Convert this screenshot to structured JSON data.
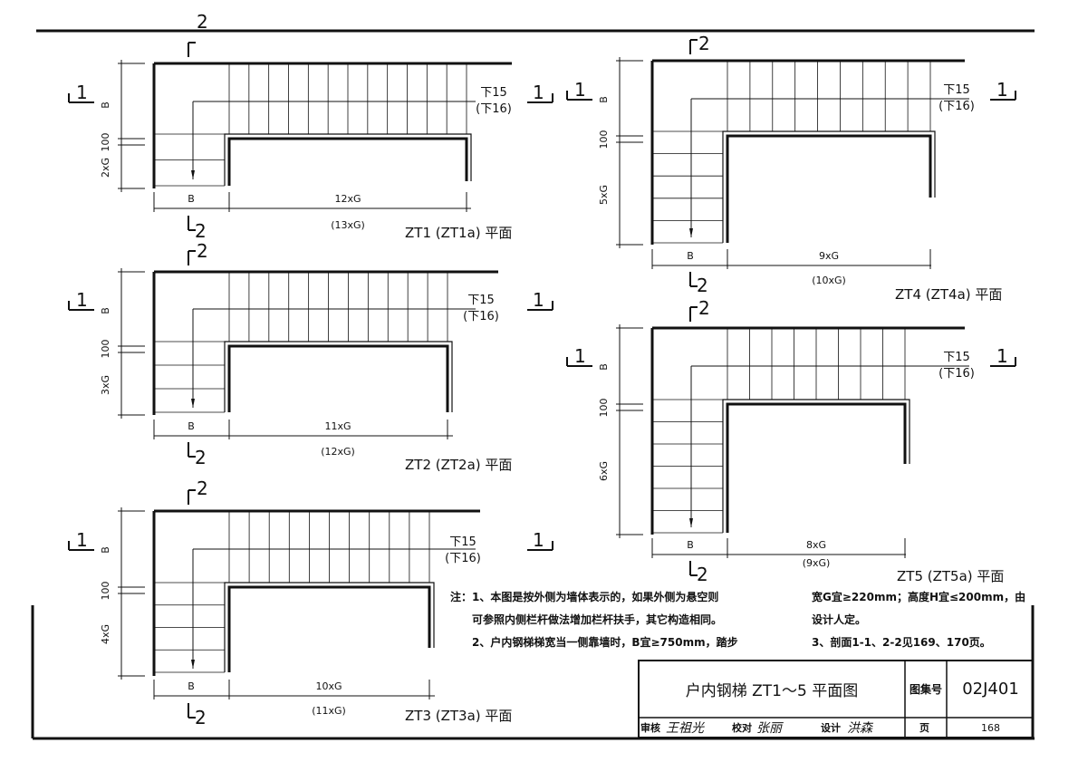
{
  "plans": [
    {
      "id": "zt1",
      "title": "ZT1 (ZT1a) 平面",
      "down1": "下15",
      "down2": "(下16)",
      "bottom_a": "12xG",
      "bottom_b": "(13xG)",
      "b_label": "B",
      "flight_label": "2xG",
      "gap_label": "100",
      "side_b": "B"
    },
    {
      "id": "zt2",
      "title": "ZT2 (ZT2a) 平面",
      "down1": "下15",
      "down2": "(下16)",
      "bottom_a": "11xG",
      "bottom_b": "(12xG)",
      "b_label": "B",
      "flight_label": "3xG",
      "gap_label": "100",
      "side_b": "B"
    },
    {
      "id": "zt3",
      "title": "ZT3 (ZT3a) 平面",
      "down1": "下15",
      "down2": "(下16)",
      "bottom_a": "10xG",
      "bottom_b": "(11xG)",
      "b_label": "B",
      "flight_label": "4xG",
      "gap_label": "100",
      "side_b": "B"
    },
    {
      "id": "zt4",
      "title": "ZT4 (ZT4a) 平面",
      "down1": "下15",
      "down2": "(下16)",
      "bottom_a": "9xG",
      "bottom_b": "(10xG)",
      "b_label": "B",
      "flight_label": "5xG",
      "gap_label": "100",
      "side_b": "B"
    },
    {
      "id": "zt5",
      "title": "ZT5 (ZT5a) 平面",
      "down1": "下15",
      "down2": "(下16)",
      "bottom_a": "8xG",
      "bottom_b": "(9xG)",
      "b_label": "B",
      "flight_label": "6xG",
      "gap_label": "100",
      "side_b": "B"
    }
  ],
  "section_marks": {
    "one": "1",
    "two": "2"
  },
  "notes": {
    "left": [
      "注：1、本图是按外侧为墙体表示的，如果外侧为悬空则",
      "可参照内侧栏杆做法增加栏杆扶手，其它构造相同。",
      "2、户内钢梯梯宽当一侧靠墙时，B宜≥750mm，踏步"
    ],
    "right": [
      "宽G宜≥220mm；高度H宜≤200mm，由",
      "设计人定。",
      "3、剖面1-1、2-2见169、170页。"
    ]
  },
  "title_block": {
    "title": "户内钢梯 ZT1～5 平面图",
    "atlas_label": "图集号",
    "atlas_no": "02J401",
    "review_label": "审核",
    "review_sig": "王祖光",
    "check_label": "校对",
    "check_sig": "张丽",
    "design_label": "设计",
    "design_sig": "洪森",
    "page_label": "页",
    "page_no": "168"
  }
}
